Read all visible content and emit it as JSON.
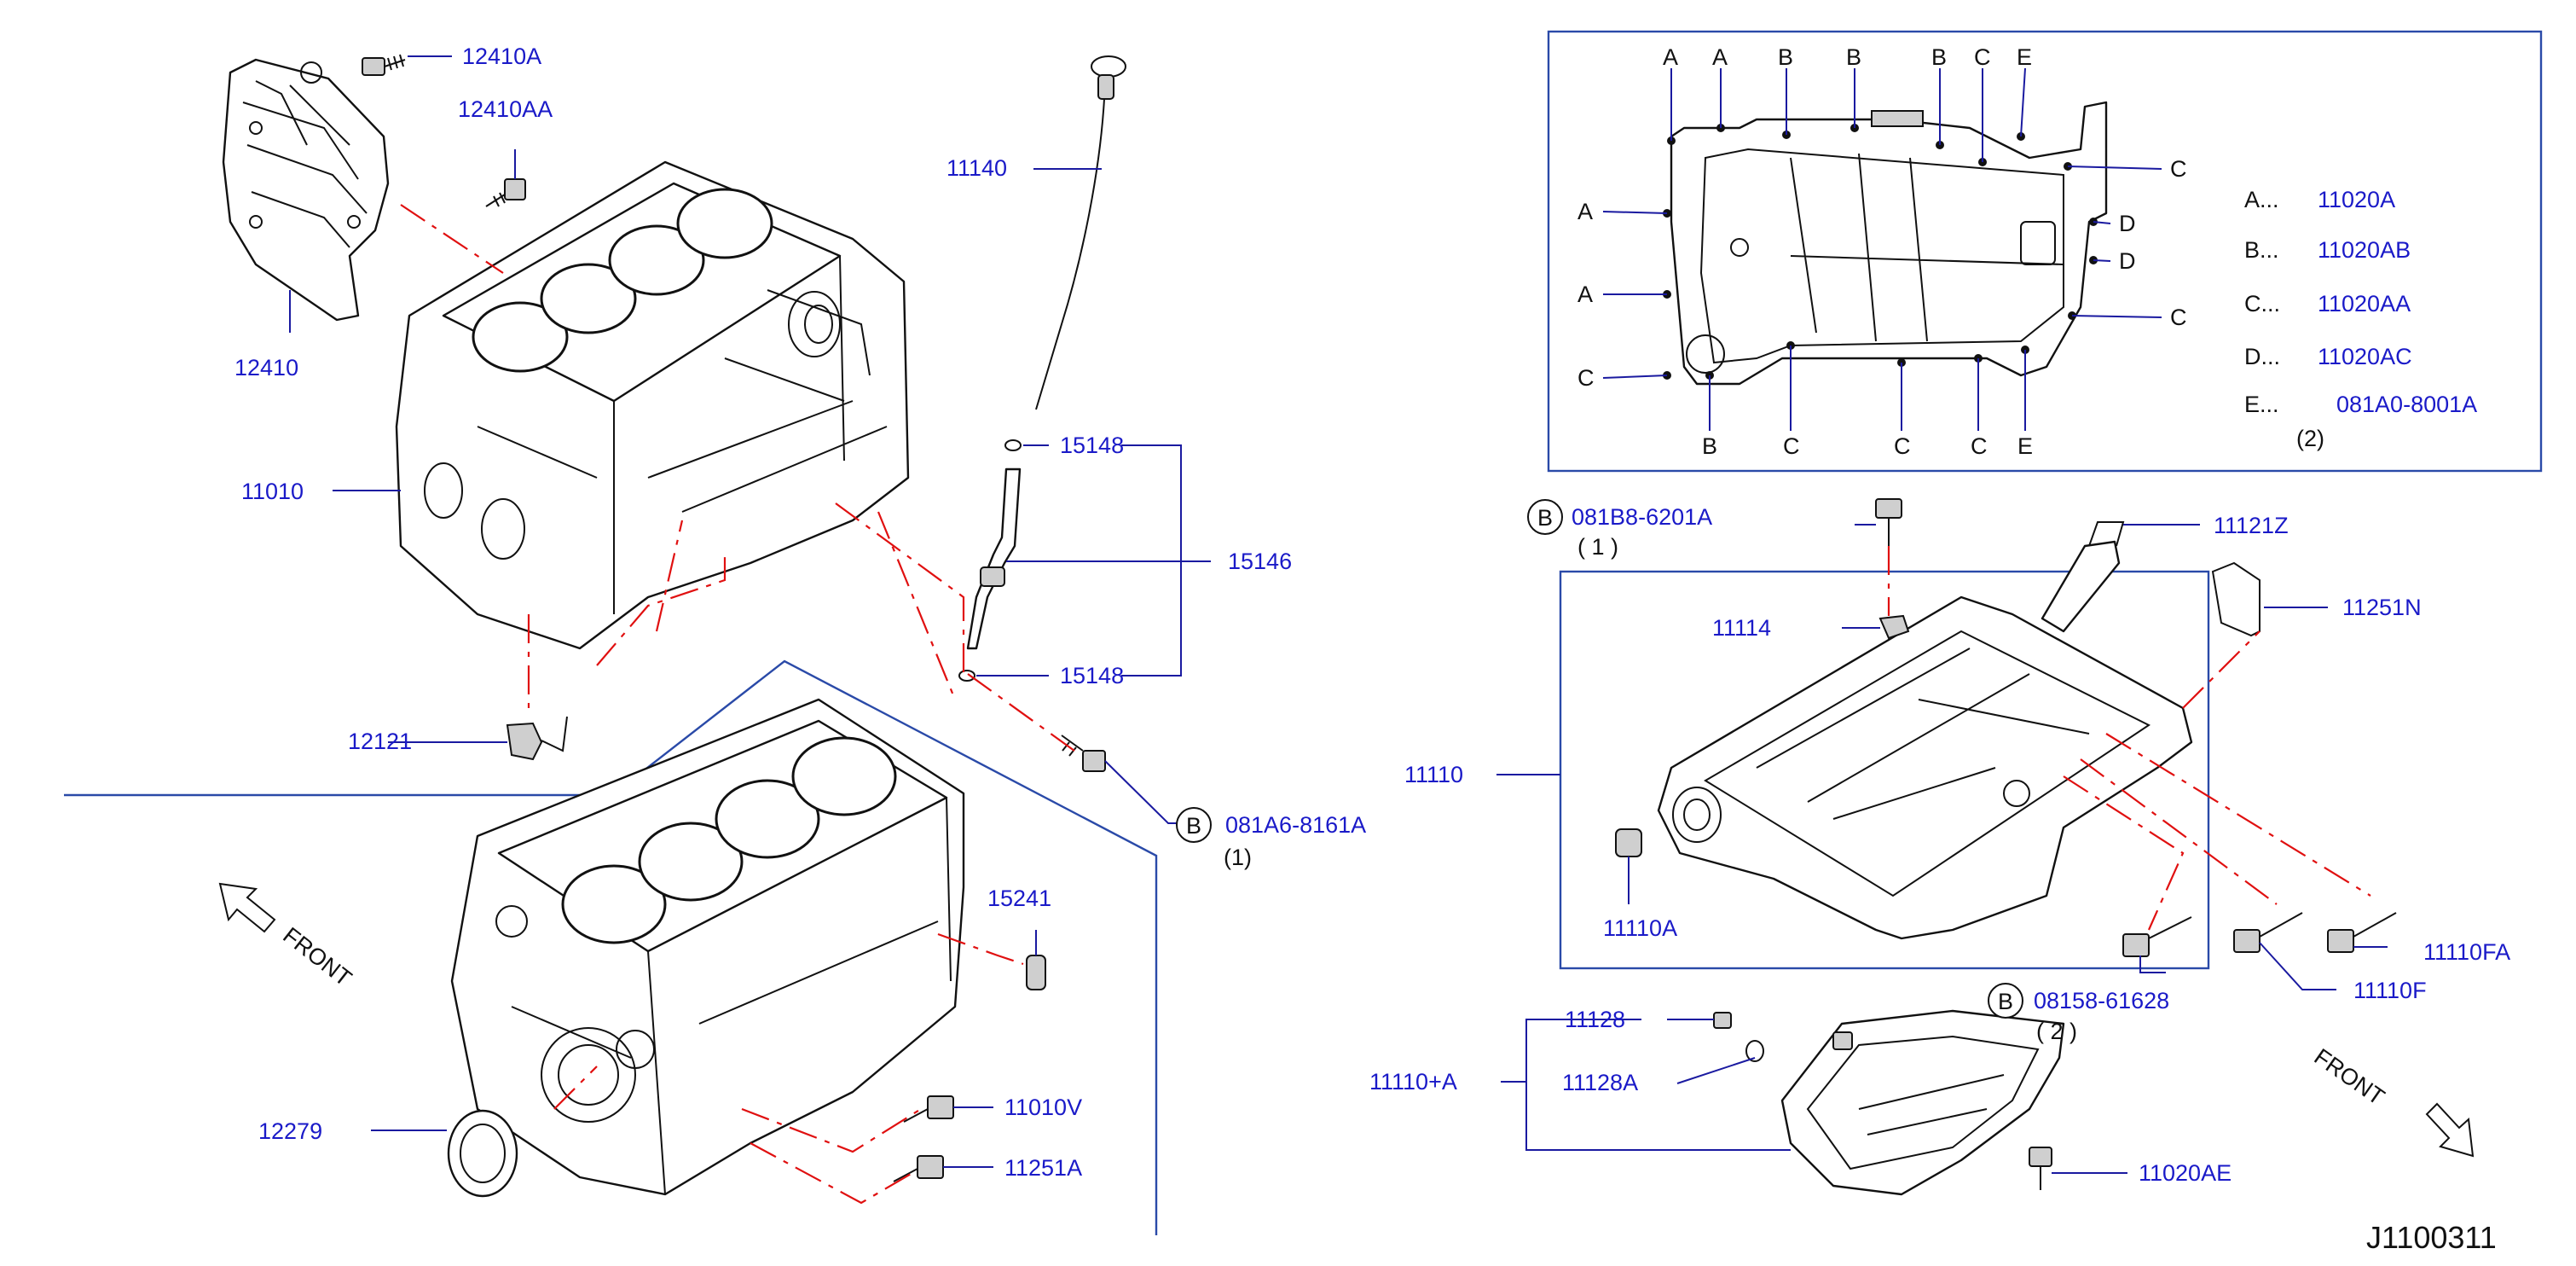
{
  "diagram_code": "J1100311",
  "front_label": "FRONT",
  "parts": {
    "p12410A": "12410A",
    "p12410AA": "12410AA",
    "p12410": "12410",
    "p11010": "11010",
    "p12121": "12121",
    "p11140": "11140",
    "p15148_top": "15148",
    "p15146": "15146",
    "p15148_bot": "15148",
    "p081A6": "081A6-8161A",
    "p081A6_qty": "(1)",
    "p15241": "15241",
    "p12279": "12279",
    "p11010V": "11010V",
    "p11251A": "11251A",
    "p081B8": "081B8-6201A",
    "p081B8_qty": "( 1 )",
    "p11121Z": "11121Z",
    "p11251N": "11251N",
    "p11114": "11114",
    "p11110": "11110",
    "p11110A": "11110A",
    "p11110FA": "11110FA",
    "p11110F": "11110F",
    "p08158": "08158-61628",
    "p08158_qty": "( 2 )",
    "p11128": "11128",
    "p11128A": "11128A",
    "p11110plusA": "11110+A",
    "p11020AE": "11020AE"
  },
  "circle_marker": "B",
  "inset": {
    "legend": [
      {
        "key": "A...",
        "part": "11020A"
      },
      {
        "key": "B...",
        "part": "11020AB"
      },
      {
        "key": "C...",
        "part": "11020AA"
      },
      {
        "key": "D...",
        "part": "11020AC"
      },
      {
        "key": "E...",
        "part": "081A0-8001A"
      }
    ],
    "legend_qty": "(2)",
    "top_letters": [
      "A",
      "A",
      "B",
      "B",
      "B",
      "C",
      "E"
    ],
    "left_letters": [
      "A",
      "A",
      "C"
    ],
    "right_letters": [
      "C",
      "D",
      "D",
      "C"
    ],
    "bottom_letters": [
      "B",
      "C",
      "C",
      "C",
      "E"
    ]
  }
}
